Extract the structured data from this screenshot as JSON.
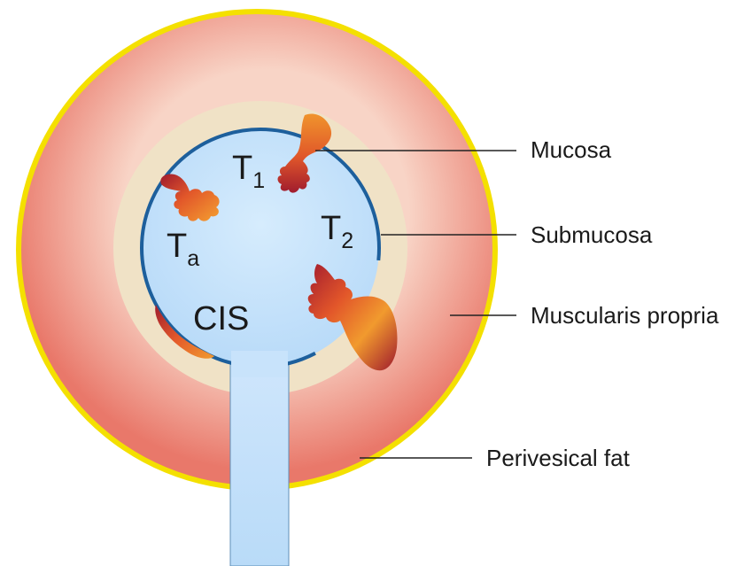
{
  "labels": {
    "mucosa": "Mucosa",
    "submucosa": "Submucosa",
    "muscularis": "Muscularis propria",
    "fat": "Perivesical fat"
  },
  "stages": {
    "t1": {
      "main": "T",
      "sub": "1"
    },
    "ta": {
      "main": "T",
      "sub": "a"
    },
    "t2": {
      "main": "T",
      "sub": "2"
    },
    "cis": "CIS"
  },
  "colors": {
    "fat_ring": "#f4e000",
    "muscle_outer": "#ea7a6a",
    "muscle_inner": "#f8d2c4",
    "submucosa": "#f0e2c6",
    "lumen": "#bfe0fb",
    "mucosa_line": "#1d5f9c",
    "tumor_light": "#f2992e",
    "tumor_dark": "#9e1a2e"
  }
}
